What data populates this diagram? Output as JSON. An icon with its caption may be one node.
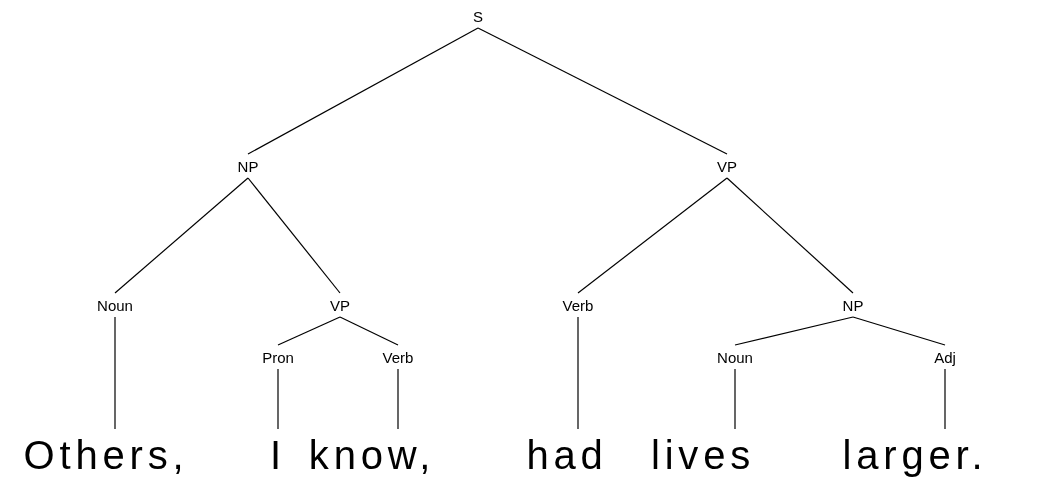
{
  "diagram": {
    "nodes": [
      {
        "text": [
          "S"
        ]
      },
      {
        "text": [
          "NP"
        ]
      },
      {
        "text": [
          "VP"
        ]
      },
      {
        "text": [
          "Noun"
        ]
      },
      {
        "text": [
          "VP"
        ]
      },
      {
        "text": [
          "Verb"
        ]
      },
      {
        "text": [
          "NP"
        ]
      },
      {
        "text": [
          "Pron"
        ]
      },
      {
        "text": [
          "Verb"
        ]
      },
      {
        "text": [
          "Noun"
        ]
      },
      {
        "text": [
          "Adj"
        ]
      },
      {
        "text": [
          "Others,"
        ]
      },
      {
        "text": [
          "I"
        ]
      },
      {
        "text": [
          "know,"
        ]
      },
      {
        "text": [
          "had"
        ]
      },
      {
        "text": [
          "lives"
        ]
      },
      {
        "text": [
          "larger."
        ]
      }
    ],
    "edges": [
      {
        "from": 0,
        "to": 1,
        "arrow": "none"
      },
      {
        "from": 0,
        "to": 2,
        "arrow": "none"
      },
      {
        "from": 1,
        "to": 3,
        "arrow": "none"
      },
      {
        "from": 1,
        "to": 4,
        "arrow": "none"
      },
      {
        "from": 2,
        "to": 5,
        "arrow": "none"
      },
      {
        "from": 2,
        "to": 6,
        "arrow": "none"
      },
      {
        "from": 4,
        "to": 7,
        "arrow": "none"
      },
      {
        "from": 4,
        "to": 8,
        "arrow": "none"
      },
      {
        "from": 6,
        "to": 9,
        "arrow": "none"
      },
      {
        "from": 6,
        "to": 10,
        "arrow": "none"
      },
      {
        "from": 3,
        "to": 11,
        "arrow": "none"
      },
      {
        "from": 7,
        "to": 12,
        "arrow": "none"
      },
      {
        "from": 8,
        "to": 13,
        "arrow": "none"
      },
      {
        "from": 5,
        "to": 14,
        "arrow": "none"
      },
      {
        "from": 9,
        "to": 15,
        "arrow": "none"
      },
      {
        "from": 10,
        "to": 16,
        "arrow": "none"
      }
    ]
  }
}
